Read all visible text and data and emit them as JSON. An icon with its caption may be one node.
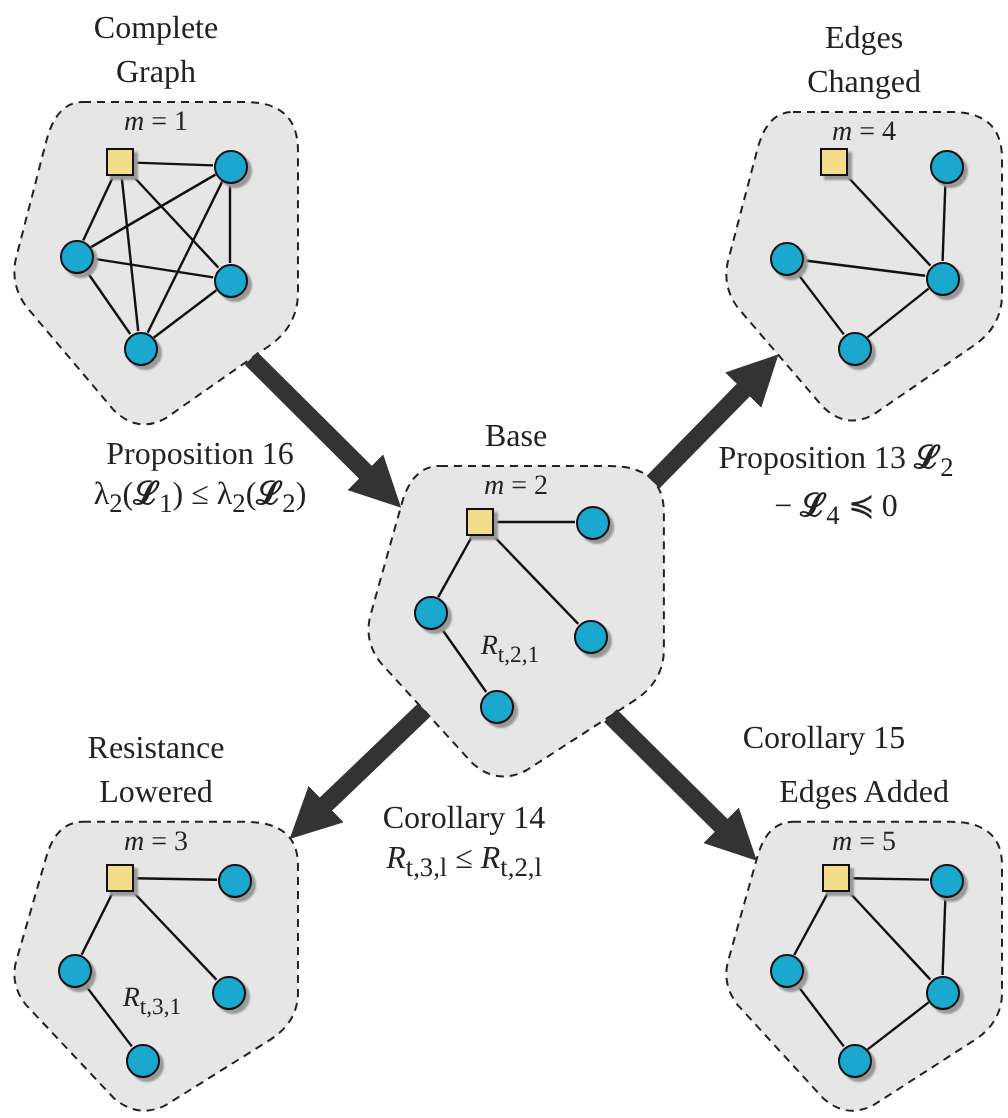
{
  "diagram": {
    "nodes": [
      {
        "text": [
          "Complete Graph",
          "*m* = 1"
        ]
      },
      {
        "text": [],
        "shape": "box",
        "in": 0
      },
      {
        "text": [],
        "shape": "circle",
        "in": 0
      },
      {
        "text": [],
        "shape": "circle",
        "in": 0
      },
      {
        "text": [],
        "shape": "circle",
        "in": 0
      },
      {
        "text": [],
        "shape": "circle",
        "in": 0
      },
      {
        "text": [
          "Edges Changed",
          "*m* = 4"
        ]
      },
      {
        "text": [],
        "shape": "box",
        "in": 6
      },
      {
        "text": [],
        "shape": "circle",
        "in": 6
      },
      {
        "text": [],
        "shape": "circle",
        "in": 6
      },
      {
        "text": [],
        "shape": "circle",
        "in": 6
      },
      {
        "text": [],
        "shape": "circle",
        "in": 6
      },
      {
        "text": [
          "Base",
          "*m* = 2"
        ]
      },
      {
        "text": [],
        "shape": "box",
        "in": 12
      },
      {
        "text": [],
        "shape": "circle",
        "in": 12
      },
      {
        "text": [],
        "shape": "circle",
        "in": 12
      },
      {
        "text": [],
        "shape": "circle",
        "in": 12
      },
      {
        "text": [],
        "shape": "circle",
        "in": 12
      },
      {
        "text": [
          "Resistance Lowered",
          "*m* = 3"
        ]
      },
      {
        "text": [],
        "shape": "box",
        "in": 18
      },
      {
        "text": [],
        "shape": "circle",
        "in": 18
      },
      {
        "text": [],
        "shape": "circle",
        "in": 18
      },
      {
        "text": [],
        "shape": "circle",
        "in": 18
      },
      {
        "text": [],
        "shape": "circle",
        "in": 18
      },
      {
        "text": [
          "Edges Added",
          "*m* = 5"
        ]
      },
      {
        "text": [],
        "shape": "box",
        "in": 24
      },
      {
        "text": [],
        "shape": "circle",
        "in": 24
      },
      {
        "text": [],
        "shape": "circle",
        "in": 24
      },
      {
        "text": [],
        "shape": "circle",
        "in": 24
      },
      {
        "text": [],
        "shape": "circle",
        "in": 24
      }
    ],
    "edges": [
      {
        "from": 1,
        "to": 2,
        "arrow": "none"
      },
      {
        "from": 1,
        "to": 3,
        "arrow": "none"
      },
      {
        "from": 1,
        "to": 4,
        "arrow": "none"
      },
      {
        "from": 1,
        "to": 5,
        "arrow": "none"
      },
      {
        "from": 2,
        "to": 3,
        "arrow": "none"
      },
      {
        "from": 2,
        "to": 4,
        "arrow": "none"
      },
      {
        "from": 2,
        "to": 5,
        "arrow": "none"
      },
      {
        "from": 3,
        "to": 4,
        "arrow": "none"
      },
      {
        "from": 3,
        "to": 5,
        "arrow": "none"
      },
      {
        "from": 4,
        "to": 5,
        "arrow": "none"
      },
      {
        "from": 7,
        "to": 10,
        "arrow": "none"
      },
      {
        "from": 8,
        "to": 10,
        "arrow": "none"
      },
      {
        "from": 9,
        "to": 10,
        "arrow": "none"
      },
      {
        "from": 9,
        "to": 11,
        "arrow": "none"
      },
      {
        "from": 11,
        "to": 10,
        "arrow": "none"
      },
      {
        "from": 13,
        "to": 14,
        "arrow": "none"
      },
      {
        "from": 13,
        "to": 15,
        "arrow": "none"
      },
      {
        "from": 13,
        "to": 16,
        "arrow": "none"
      },
      {
        "from": 15,
        "to": 17,
        "arrow": "none",
        "label": "*R*$_{t,2,1}$"
      },
      {
        "from": 19,
        "to": 20,
        "arrow": "none"
      },
      {
        "from": 19,
        "to": 21,
        "arrow": "none"
      },
      {
        "from": 19,
        "to": 22,
        "arrow": "none"
      },
      {
        "from": 21,
        "to": 23,
        "arrow": "none",
        "label": "*R*$_{t,3,1}$"
      },
      {
        "from": 25,
        "to": 26,
        "arrow": "none"
      },
      {
        "from": 25,
        "to": 27,
        "arrow": "none"
      },
      {
        "from": 25,
        "to": 28,
        "arrow": "none"
      },
      {
        "from": 26,
        "to": 28,
        "arrow": "none"
      },
      {
        "from": 27,
        "to": 29,
        "arrow": "none"
      },
      {
        "from": 29,
        "to": 28,
        "arrow": "none"
      },
      {
        "from": 0,
        "to": 12,
        "arrow": "to",
        "label": "Proposition 16 λ$_{2}$(**ℒ**$_{1}$) ≤ λ$_{2}$(**ℒ**$_{2}$)",
        "style": "thick",
        "color": "#333333"
      },
      {
        "from": 12,
        "to": 6,
        "arrow": "to",
        "label": "Proposition 13 **ℒ**$_{2}$ − **ℒ**$_{4}$ ≼ 0",
        "style": "thick",
        "color": "#333333"
      },
      {
        "from": 12,
        "to": 18,
        "arrow": "to",
        "label": "Corollary 14 *R*$_{t,3,l}$ ≤ *R*$_{t,2,l}$",
        "style": "thick",
        "color": "#333333"
      },
      {
        "from": 12,
        "to": 24,
        "arrow": "to",
        "label": "Corollary 15",
        "style": "thick",
        "color": "#333333"
      }
    ]
  }
}
